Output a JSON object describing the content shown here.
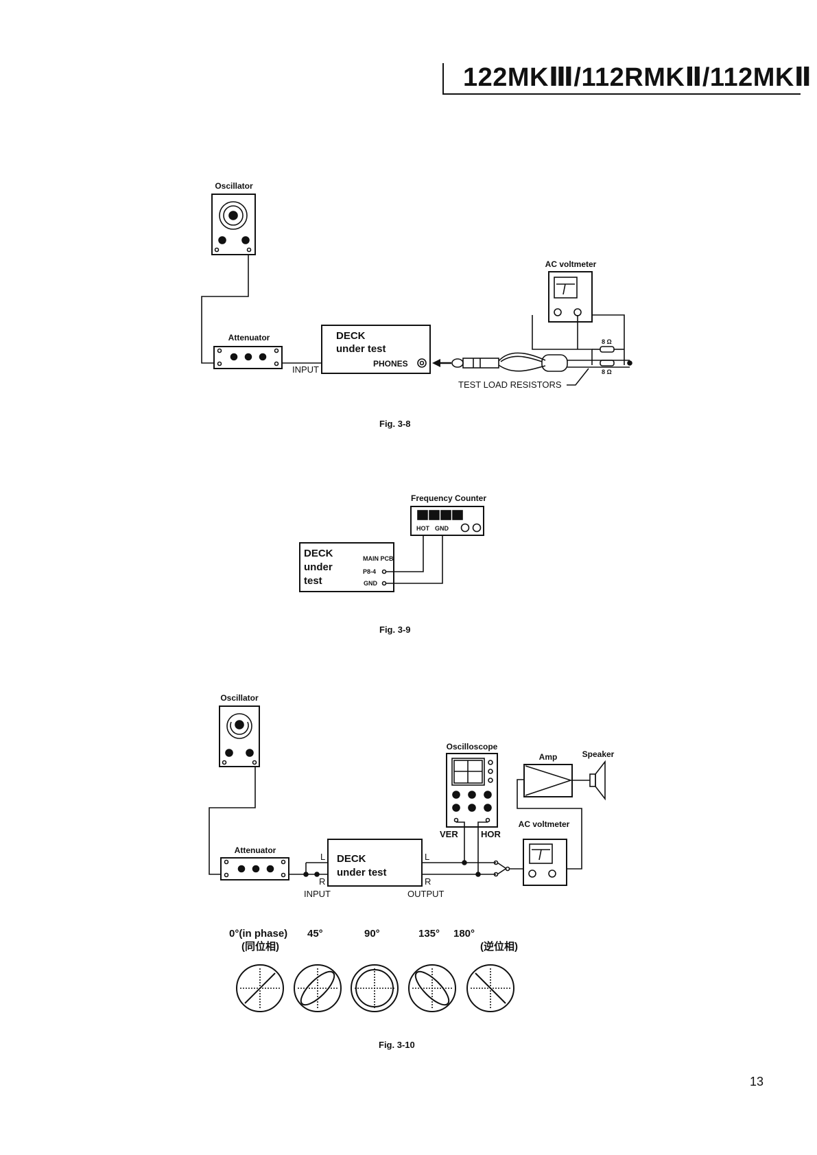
{
  "header": {
    "model_title": "122MKⅢ/112RMKⅡ/112MKⅡ"
  },
  "page_number": "13",
  "fig38": {
    "caption": "Fig. 3-8",
    "oscillator_label": "Oscillator",
    "attenuator_label": "Attenuator",
    "input_label": "INPUT",
    "deck_line1": "DECK",
    "deck_line2": "under test",
    "phones_label": "PHONES",
    "ac_voltmeter_label": "AC voltmeter",
    "resistor1": "8 Ω",
    "resistor2": "8 Ω",
    "test_load_label": "TEST LOAD RESISTORS"
  },
  "fig39": {
    "caption": "Fig. 3-9",
    "counter_label": "Frequency Counter",
    "hot_label": "HOT",
    "gnd_label": "GND",
    "deck_line1": "DECK",
    "deck_line2": "under",
    "deck_line3": "test",
    "main_pcb_label": "MAIN PCB",
    "p8_label": "P8-4",
    "gnd_pin_label": "GND"
  },
  "fig310": {
    "caption": "Fig. 3-10",
    "oscillator_label": "Oscillator",
    "attenuator_label": "Attenuator",
    "deck_line1": "DECK",
    "deck_line2": "under test",
    "input_label": "INPUT",
    "output_label": "OUTPUT",
    "in_l": "L",
    "in_r": "R",
    "out_l": "L",
    "out_r": "R",
    "oscilloscope_label": "Oscilloscope",
    "ver_label": "VER",
    "hor_label": "HOR",
    "amp_label": "Amp",
    "speaker_label": "Speaker",
    "ac_voltmeter_label": "AC voltmeter",
    "phases": [
      {
        "label": "0°(in phase)",
        "sub": "(同位相)"
      },
      {
        "label": "45°",
        "sub": ""
      },
      {
        "label": "90°",
        "sub": ""
      },
      {
        "label": "135°",
        "sub": ""
      },
      {
        "label": "180°",
        "sub": "(逆位相)"
      }
    ]
  }
}
